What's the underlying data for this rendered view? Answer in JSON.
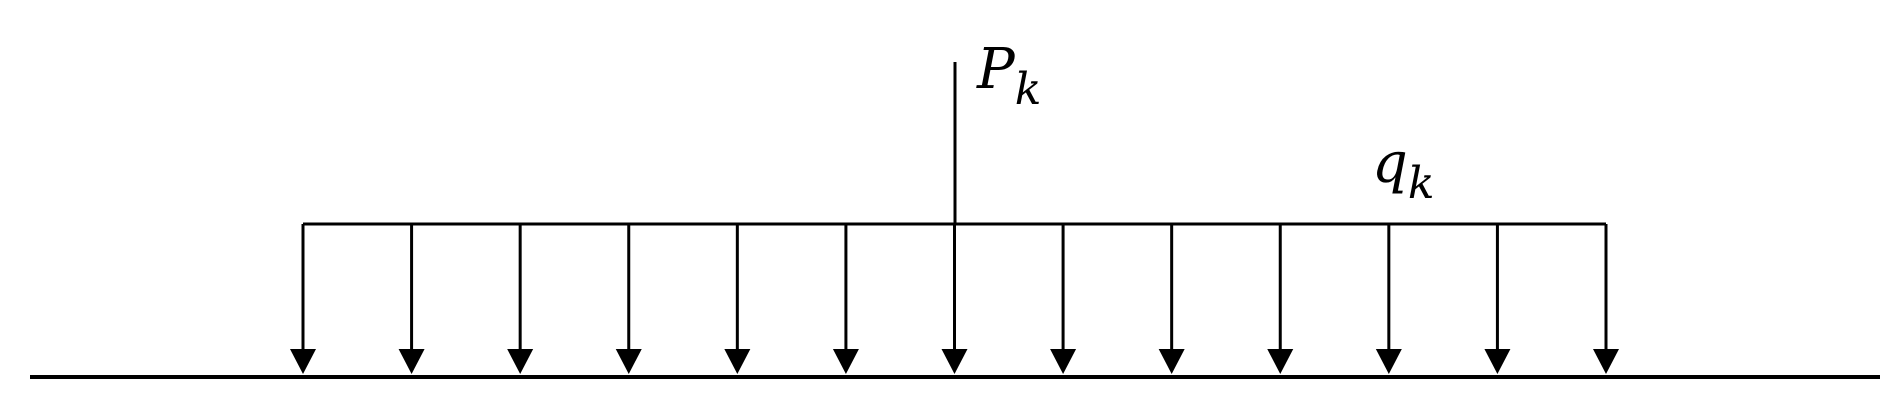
{
  "labels": {
    "point_load_symbol": "P",
    "point_load_subscript": "k",
    "distributed_load_symbol": "q",
    "distributed_load_subscript": "k"
  },
  "diagram": {
    "arrow_count": 13,
    "point_load_arrow_index": 6,
    "stroke_color": "#000000",
    "background_color": "#ffffff"
  }
}
